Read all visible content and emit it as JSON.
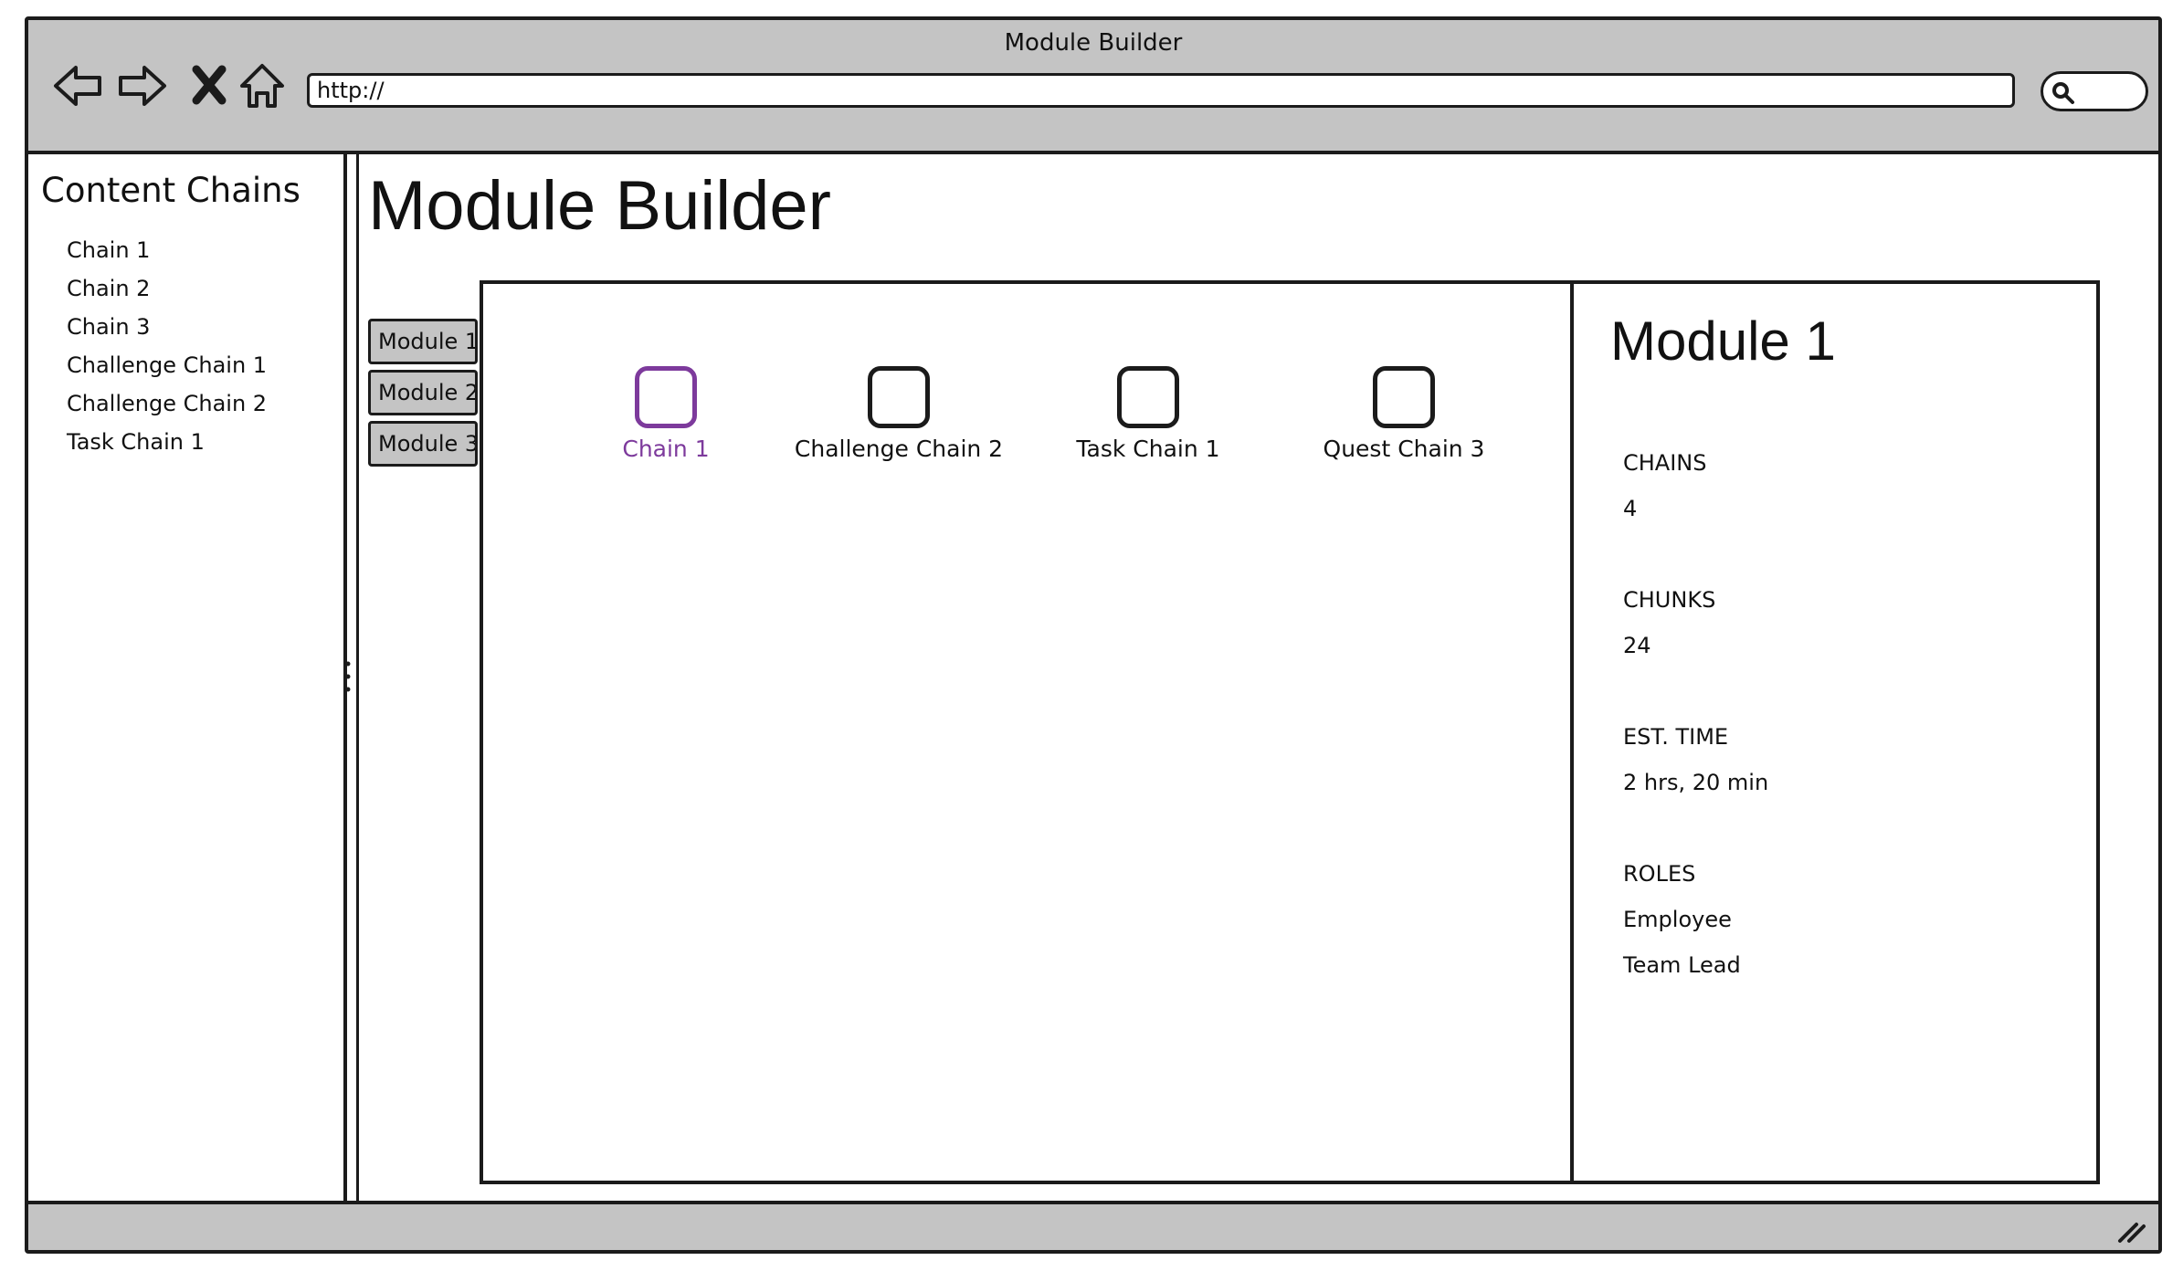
{
  "window": {
    "title": "Module Builder"
  },
  "browser": {
    "url": "http://",
    "icons": [
      "back-arrow-icon",
      "forward-arrow-icon",
      "close-x-icon",
      "home-icon",
      "search-icon"
    ]
  },
  "sidebar": {
    "title": "Content Chains",
    "items": [
      {
        "label": "Chain 1"
      },
      {
        "label": "Chain 2"
      },
      {
        "label": "Chain 3"
      },
      {
        "label": "Challenge Chain 1"
      },
      {
        "label": "Challenge Chain 2"
      },
      {
        "label": "Task Chain 1"
      }
    ]
  },
  "main": {
    "title": "Module Builder",
    "tabs": [
      {
        "label": "Module 1"
      },
      {
        "label": "Module 2"
      },
      {
        "label": "Module 3"
      }
    ],
    "canvas": {
      "chains": [
        {
          "label": "Chain 1",
          "selected": true
        },
        {
          "label": "Challenge Chain 2",
          "selected": false
        },
        {
          "label": "Task Chain 1",
          "selected": false
        },
        {
          "label": "Quest Chain 3",
          "selected": false
        }
      ]
    },
    "details": {
      "title": "Module 1",
      "chains_label": "CHAINS",
      "chains_value": "4",
      "chunks_label": "CHUNKS",
      "chunks_value": "24",
      "time_label": "EST. TIME",
      "time_value": "2 hrs, 20 min",
      "roles_label": "ROLES",
      "roles": [
        "Employee",
        "Team Lead"
      ]
    }
  },
  "colors": {
    "selected": "#7d3a9c",
    "chrome": "#c4c4c4",
    "stroke": "#1b1b1b"
  }
}
